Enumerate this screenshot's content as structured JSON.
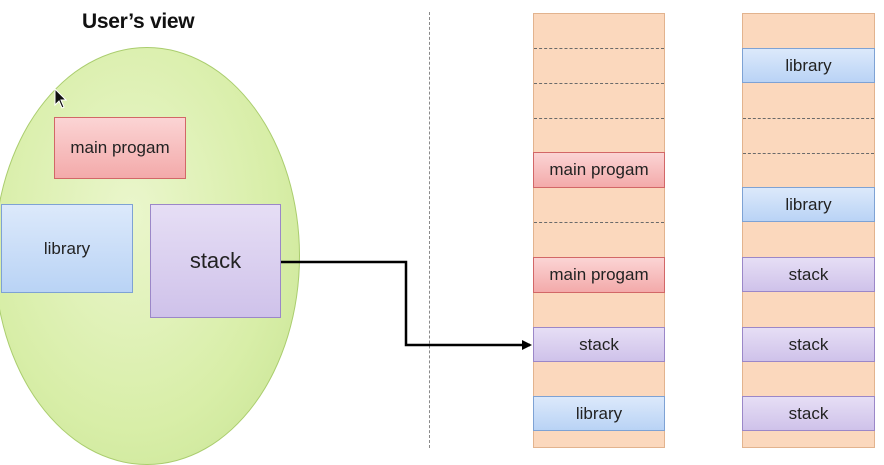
{
  "title": "User’s view",
  "user_view": {
    "main_program": "main progam",
    "library": "library",
    "stack": "stack"
  },
  "memory_column_1": {
    "slot_a": "main progam",
    "slot_b": "main progam",
    "slot_c": "stack",
    "slot_d": "library"
  },
  "memory_column_2": {
    "slot_a": "library",
    "slot_b": "library",
    "slot_c": "stack",
    "slot_d": "stack",
    "slot_e": "stack"
  },
  "colors": {
    "segment_red": "#f3aaaa",
    "segment_blue": "#b9d3f5",
    "segment_purple": "#cfc2ea",
    "memory_fill": "#fbd8bd",
    "user_view_fill": "#d8eea8"
  }
}
